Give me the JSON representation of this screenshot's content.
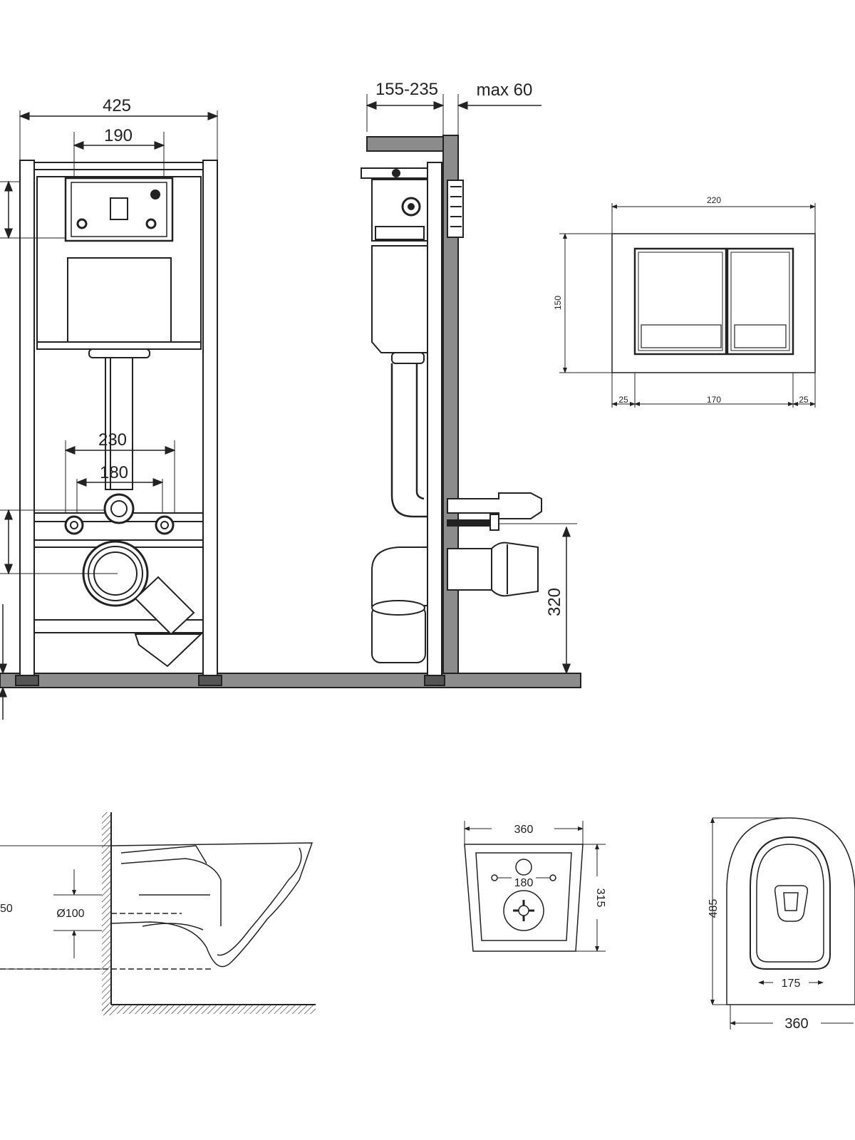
{
  "frame_front": {
    "width_overall": "425",
    "width_inner": "190",
    "rail_outer": "230",
    "rail_inner": "180"
  },
  "frame_side": {
    "depth_range": "155-235",
    "max_label": "max 60",
    "height_label": "320"
  },
  "flush_plate": {
    "width": "220",
    "height": "150",
    "margin_left": "25",
    "center": "170",
    "margin_right": "25"
  },
  "bowl_side": {
    "outlet_diameter": "Ø100",
    "cut_label": "50"
  },
  "bowl_back": {
    "width": "360",
    "depth": "315",
    "bolt_spacing": "180"
  },
  "bowl_top": {
    "length": "485",
    "seat_bolts": "175",
    "width": "360"
  }
}
